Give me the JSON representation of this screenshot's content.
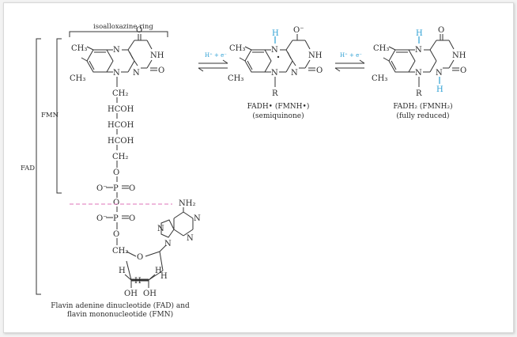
{
  "labels": {
    "isoalloxazine": "isoalloxazine ring",
    "fmn": "FMN",
    "fad": "FAD"
  },
  "reaction": {
    "step1": "H⁺ + e⁻",
    "step2": "H⁺ + e⁻"
  },
  "fadh_semi": {
    "name": "FADH• (FMNH•)",
    "desc": "(semiquinone)"
  },
  "fadh2": {
    "name": "FADH₂ (FMNH₂)",
    "desc": "(fully reduced)"
  },
  "caption": {
    "line1": "Flavin adenine dinucleotide (FAD) and",
    "line2": "flavin mononucleotide (FMN)"
  },
  "atoms": {
    "ch3": "CH₃",
    "n": "N",
    "nh": "NH",
    "o": "O",
    "o_minus": "O⁻",
    "ch2": "CH₂",
    "hcoh": "HCOH",
    "r": "R",
    "h": "H",
    "p": "P",
    "oh": "OH",
    "nh2": "NH₂"
  },
  "colors": {
    "highlight": "#2b9fd3",
    "divider": "#e58fc6"
  }
}
